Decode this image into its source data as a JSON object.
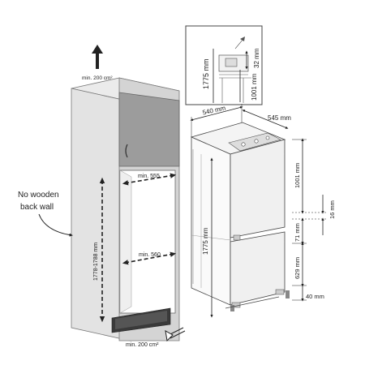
{
  "diagram": {
    "cabinet": {
      "top_vent": "min. 200 cm²",
      "bottom_vent": "min. 200 cm²",
      "note_line1": "No wooden",
      "note_line2": "back wall",
      "niche_height": "1778-1788 mm",
      "width_upper": "min. 555",
      "width_lower": "min. 560"
    },
    "detail": {
      "height": "1775 mm",
      "gap_top": "32 mm",
      "gap_mid": "1001 mm"
    },
    "appliance": {
      "width": "540 mm",
      "depth": "545 mm",
      "height": "1775 mm",
      "upper_height": "1001 mm",
      "door_gap": "16 mm",
      "mid_gap": "71 mm",
      "lower_height": "629 mm",
      "bottom_gap": "40 mm"
    }
  }
}
